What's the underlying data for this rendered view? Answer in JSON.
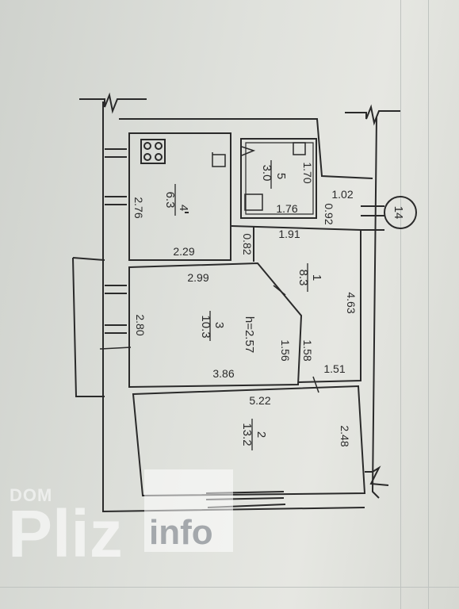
{
  "plan": {
    "building_number": "14",
    "rooms": [
      {
        "id": "1",
        "number": "1",
        "area": "8.3"
      },
      {
        "id": "2",
        "number": "2",
        "area": "13.2"
      },
      {
        "id": "3",
        "number": "3",
        "area": "10.3"
      },
      {
        "id": "4",
        "number": "4",
        "area": "6.3"
      },
      {
        "id": "5",
        "number": "5",
        "area": "3.0"
      }
    ],
    "ceiling_height": "h=2.57",
    "dimensions": {
      "d276": "2.76",
      "d229": "2.29",
      "d170": "1.70",
      "d176": "1.76",
      "d102": "1.02",
      "d092": "0.92",
      "d082": "0.82",
      "d191": "1.91",
      "d463": "4.63",
      "d299": "2.99",
      "d280": "2.80",
      "d156": "1.56",
      "d158": "1.58",
      "d151": "1.51",
      "d386": "3.86",
      "d522": "5.22",
      "d248": "2.48"
    }
  },
  "watermark": {
    "top": "DOM",
    "main": "Pliz",
    "suffix": "info"
  },
  "colors": {
    "ink": "#2a2a2a",
    "paper": "#dfe1dc"
  }
}
